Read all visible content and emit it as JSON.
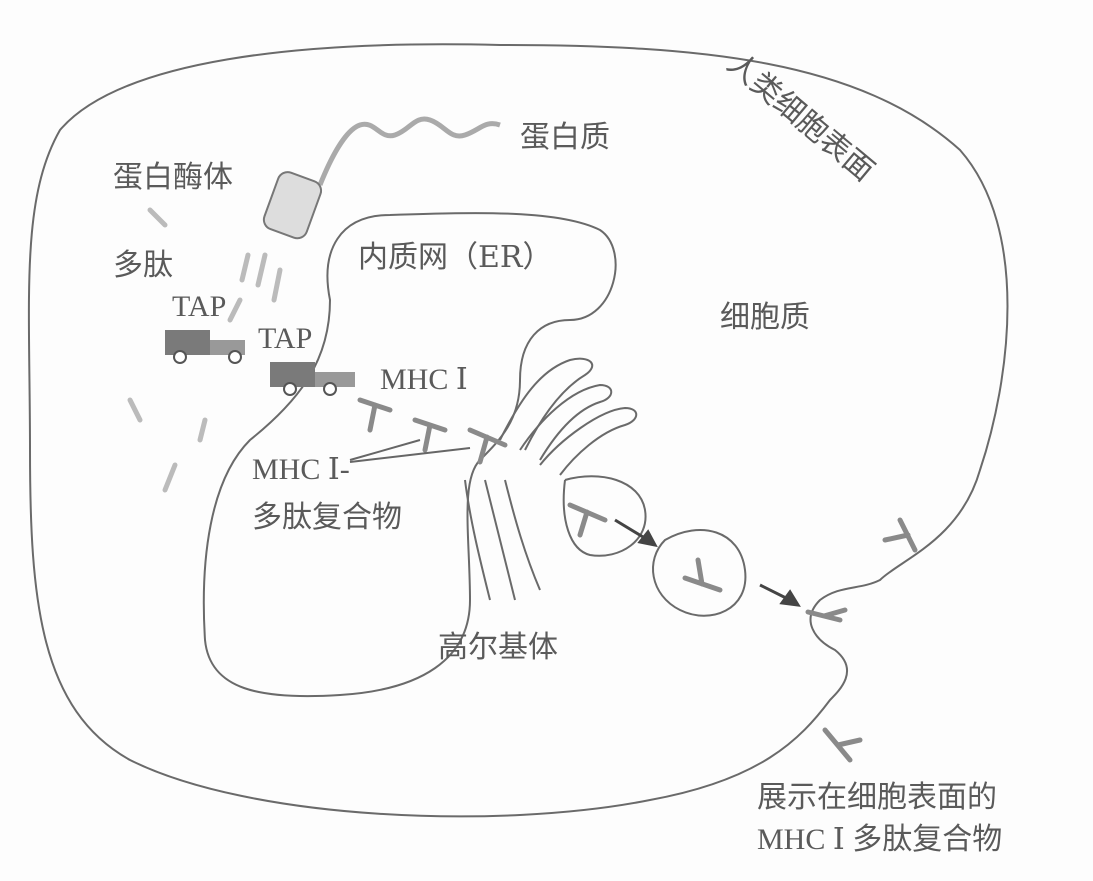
{
  "labels": {
    "cell_surface": "人类细胞表面",
    "protein": "蛋白质",
    "proteasome": "蛋白酶体",
    "peptides": "多肽",
    "tap1": "TAP",
    "tap2": "TAP",
    "er": "内质网（ER）",
    "cytoplasm": "细胞质",
    "mhc1": "MHC Ⅰ",
    "complex_line1": "MHC Ⅰ-",
    "complex_line2": "多肽复合物",
    "golgi": "高尔基体",
    "surface_line1": "展示在细胞表面的",
    "surface_line2": "MHC Ⅰ 多肽复合物"
  },
  "colors": {
    "outline": "#6a6a6a",
    "truck": "#7a7a7a",
    "mhc": "#8a8a8a"
  }
}
